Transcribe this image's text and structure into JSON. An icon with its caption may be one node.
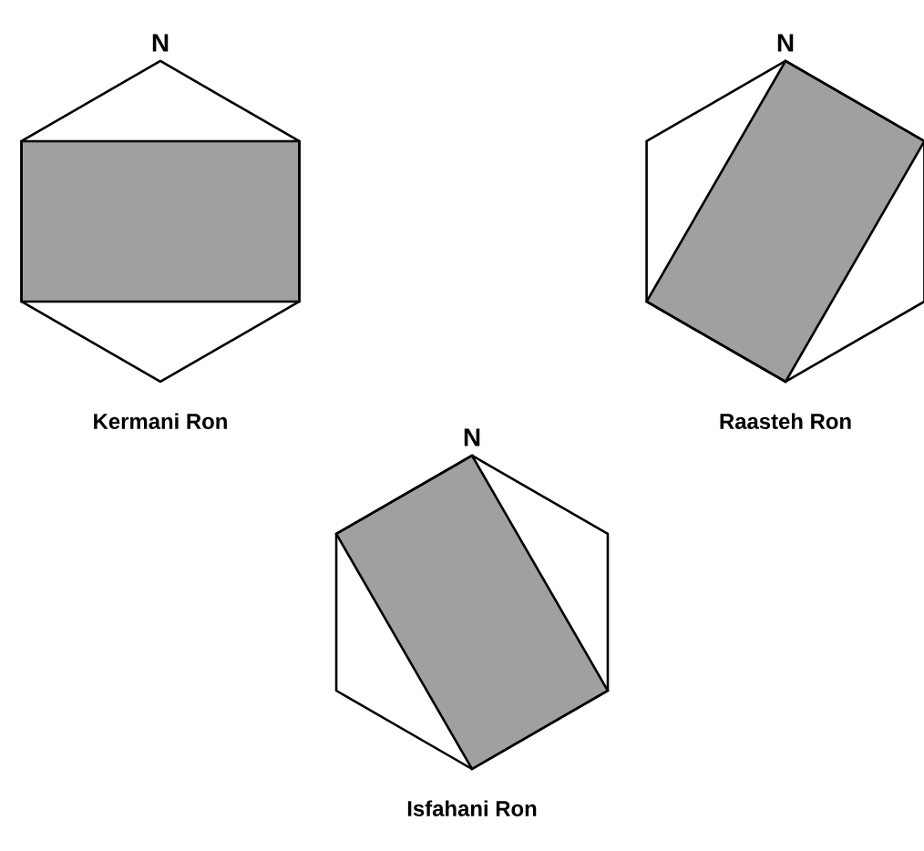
{
  "diagram": {
    "nodes": [
      {
        "text": [
          "N"
        ],
        "beside": [
          "Kermani Ron"
        ]
      },
      {
        "text": [
          "N"
        ],
        "beside": [
          "Raasteh Ron"
        ]
      },
      {
        "text": [
          "N"
        ],
        "beside": [
          "Isfahani Ron"
        ]
      }
    ]
  }
}
